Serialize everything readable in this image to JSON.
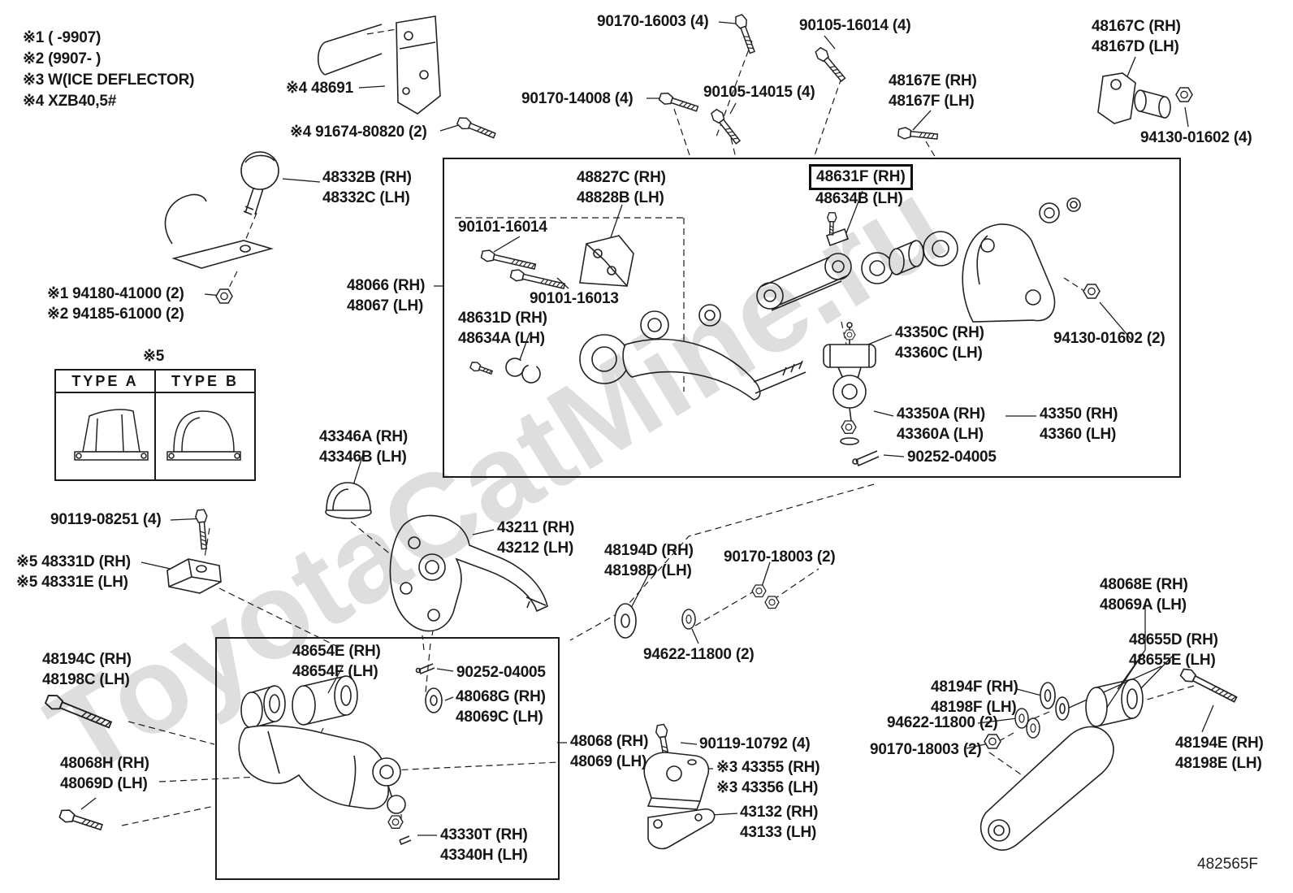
{
  "watermark": "ToyotaCatMine.ru",
  "diagram_code": "482565F",
  "notes": {
    "n1": "※1 (      -9907)",
    "n2": "※2 (9907-      )",
    "n3": "※3 W(ICE DEFLECTOR)",
    "n4": "※4 XZB40,5#",
    "n5": "※5"
  },
  "type_box": {
    "col_a": "TYPE A",
    "col_b": "TYPE B"
  },
  "labels": {
    "p90170_16003": {
      "l1": "90170-16003 (4)"
    },
    "p90105_16014": {
      "l1": "90105-16014 (4)"
    },
    "p48167CD": {
      "l1": "48167C (RH)",
      "l2": "48167D (LH)"
    },
    "p48691": {
      "l1": "※4 48691"
    },
    "p90170_14008": {
      "l1": "90170-14008 (4)"
    },
    "p90105_14015": {
      "l1": "90105-14015 (4)"
    },
    "p48167EF": {
      "l1": "48167E (RH)",
      "l2": "48167F (LH)"
    },
    "p91674_80820": {
      "l1": "※4 91674-80820 (2)"
    },
    "p94130_01602_4": {
      "l1": "94130-01602 (4)"
    },
    "p48332BC": {
      "l1": "48332B (RH)",
      "l2": "48332C (LH)"
    },
    "p48827C": {
      "l1": "48827C (RH)",
      "l2": "48828B (LH)"
    },
    "p48631F": {
      "l1": "48631F (RH)"
    },
    "p48634B": {
      "l1": "48634B (LH)"
    },
    "p90101_16014": {
      "l1": "90101-16014"
    },
    "p90101_16013": {
      "l1": "90101-16013"
    },
    "p48066": {
      "l1": "48066 (RH)",
      "l2": "48067 (LH)"
    },
    "p48631D": {
      "l1": "48631D (RH)",
      "l2": "48634A (LH)"
    },
    "p43350C": {
      "l1": "43350C (RH)",
      "l2": "43360C (LH)"
    },
    "p94130_01602_2": {
      "l1": "94130-01602 (2)"
    },
    "p94180": {
      "l1": "※1 94180-41000 (2)",
      "l2": "※2 94185-61000 (2)"
    },
    "p43350A": {
      "l1": "43350A (RH)",
      "l2": "43360A (LH)"
    },
    "p43350": {
      "l1": "43350 (RH)",
      "l2": "43360 (LH)"
    },
    "p90252_04005_a": {
      "l1": "90252-04005"
    },
    "p43346A": {
      "l1": "43346A (RH)",
      "l2": "43346B (LH)"
    },
    "p90119_08251": {
      "l1": "90119-08251 (4)"
    },
    "p48331DE": {
      "l1": "※5 48331D (RH)",
      "l2": "※5 48331E (LH)"
    },
    "p43211": {
      "l1": "43211 (RH)",
      "l2": "43212 (LH)"
    },
    "p48194D": {
      "l1": "48194D (RH)",
      "l2": "48198D (LH)"
    },
    "p90170_18003_a": {
      "l1": "90170-18003 (2)"
    },
    "p48068E": {
      "l1": "48068E (RH)",
      "l2": "48069A (LH)"
    },
    "p48655D": {
      "l1": "48655D (RH)",
      "l2": "48655E (LH)"
    },
    "p48194C": {
      "l1": "48194C (RH)",
      "l2": "48198C (LH)"
    },
    "p48654E": {
      "l1": "48654E (RH)",
      "l2": "48654F (LH)"
    },
    "p90252_04005_b": {
      "l1": "90252-04005"
    },
    "p48068G": {
      "l1": "48068G (RH)",
      "l2": "48069C (LH)"
    },
    "p94622_11800_a": {
      "l1": "94622-11800 (2)"
    },
    "p48194F": {
      "l1": "48194F (RH)",
      "l2": "48198F (LH)"
    },
    "p94622_11800_b": {
      "l1": "94622-11800 (2)"
    },
    "p90170_18003_b": {
      "l1": "90170-18003 (2)"
    },
    "p48068": {
      "l1": "48068 (RH)",
      "l2": "48069 (LH)"
    },
    "p90119_10792": {
      "l1": "90119-10792 (4)"
    },
    "p43355": {
      "l1": "※3 43355 (RH)",
      "l2": "※3 43356 (LH)"
    },
    "p48194E": {
      "l1": "48194E (RH)",
      "l2": "48198E (LH)"
    },
    "p48068H": {
      "l1": "48068H (RH)",
      "l2": "48069D (LH)"
    },
    "p43132": {
      "l1": "43132 (RH)",
      "l2": "43133 (LH)"
    },
    "p43330T": {
      "l1": "43330T (RH)",
      "l2": "43340H (LH)"
    }
  }
}
